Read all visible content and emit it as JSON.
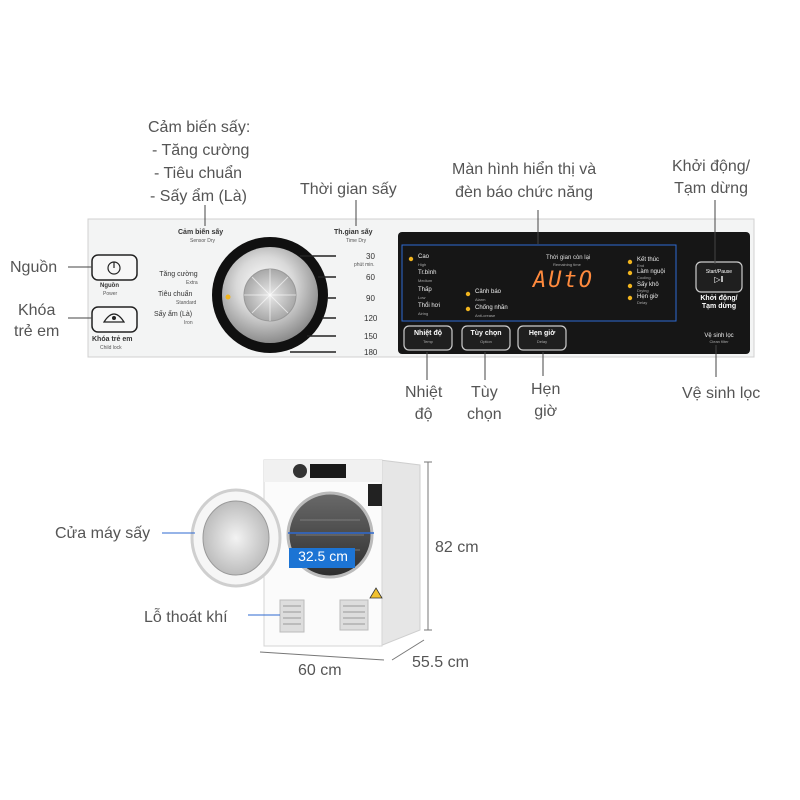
{
  "callouts": {
    "sensor_title": "Cảm biến sấy:",
    "sensor_items": [
      "- Tăng cường",
      "- Tiêu chuẩn",
      "- Sấy ẩm (Là)"
    ],
    "time_dry": "Thời gian sấy",
    "display_line1": "Màn hình hiển thị và",
    "display_line2": "đèn báo chức năng",
    "start_line1": "Khởi động/",
    "start_line2": "Tạm dừng",
    "power": "Nguồn",
    "child_lock_line1": "Khóa",
    "child_lock_line2": "trẻ em",
    "temp_line1": "Nhiệt",
    "temp_line2": "độ",
    "option_line1": "Tùy",
    "option_line2": "chọn",
    "delay_line1": "Hẹn",
    "delay_line2": "giờ",
    "clean_filter": "Vệ sinh lọc",
    "door": "Cửa máy sấy",
    "vent": "Lỗ thoát khí"
  },
  "panel": {
    "sensor_label": "Cảm biến sấy",
    "sensor_label_en": "Sensor Dry",
    "time_label": "Th.gian sấy",
    "time_label_en": "Time Dry",
    "power_label": "Nguồn",
    "power_label_en": "Power",
    "child_label": "Khóa trẻ em",
    "child_label_en": "Child lock",
    "modes": [
      {
        "vi": "Tăng cường",
        "en": "Extra"
      },
      {
        "vi": "Tiêu chuẩn",
        "en": "Standard"
      },
      {
        "vi": "Sấy ẩm (Là)",
        "en": "Iron"
      }
    ],
    "times": [
      "30",
      "60",
      "90",
      "120",
      "150",
      "180"
    ],
    "time_unit": "phút min.",
    "display_header": "Thời gian còn lại",
    "display_header_en": "Remaining time",
    "display_value": "AUtO",
    "temps": [
      {
        "vi": "Cao",
        "en": "High"
      },
      {
        "vi": "Tr.bình",
        "en": "Medium"
      },
      {
        "vi": "Thấp",
        "en": "Low"
      },
      {
        "vi": "Thổi hơi",
        "en": "Airing"
      }
    ],
    "options": [
      {
        "vi": "Cảnh báo",
        "en": "Alarm"
      },
      {
        "vi": "Chống nhăn",
        "en": "Anti-crease"
      }
    ],
    "status": [
      {
        "vi": "Kết thúc",
        "en": "End"
      },
      {
        "vi": "Làm nguội",
        "en": "Cooling"
      },
      {
        "vi": "Sấy khô",
        "en": "Drying"
      },
      {
        "vi": "Hẹn giờ",
        "en": "Delay"
      }
    ],
    "btn_temp": "Nhiệt độ",
    "btn_temp_en": "Temp",
    "btn_option": "Tùy chọn",
    "btn_option_en": "Option",
    "btn_delay": "Hẹn giờ",
    "btn_delay_en": "Delay",
    "btn_start": "Start/Pause",
    "start_vi1": "Khởi động/",
    "start_vi2": "Tạm dừng",
    "clean_vi": "Vệ sinh lọc",
    "clean_en": "Clean filter"
  },
  "dimensions": {
    "door_diameter": "32.5 cm",
    "height": "82 cm",
    "width": "60 cm",
    "depth": "55.5 cm"
  },
  "colors": {
    "panel_bg": "#f3f4f4",
    "display_bg": "#161616",
    "indicator": "#f2b51d",
    "display_text": "#ff8a3d",
    "highlight": "#3a7bd5"
  }
}
